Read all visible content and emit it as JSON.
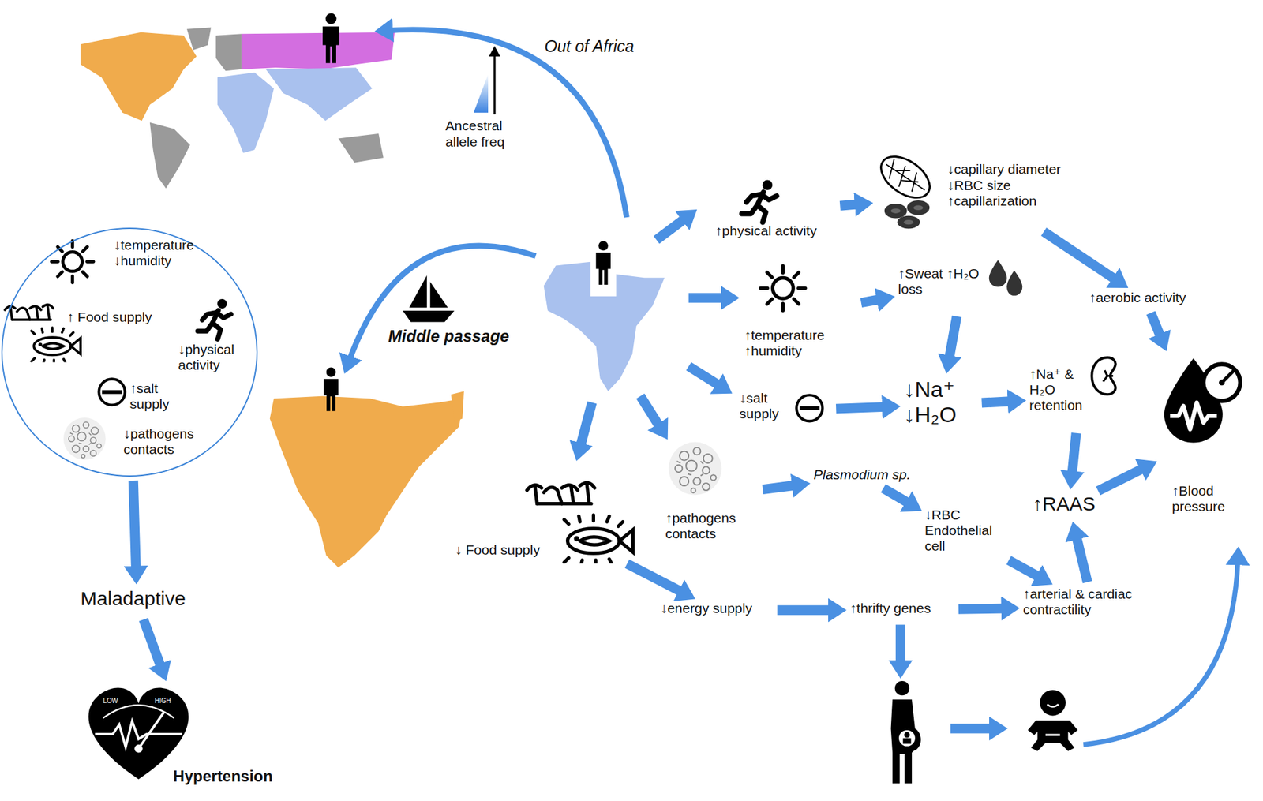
{
  "diagram": {
    "nodes": [
      {
        "text": [
          "↓temperature ↓humidity",
          "↑ Food supply",
          "↓physical activity",
          "↑salt supply",
          "↓pathogens contacts"
        ]
      },
      {
        "text": [
          "Maladaptive"
        ]
      },
      {
        "text": [
          "Hypertension"
        ]
      },
      {
        "text": [
          "↑physical activity"
        ]
      },
      {
        "text": [
          "↓capillary diameter ↓RBC size ↑capillarization"
        ]
      },
      {
        "text": [
          "↑aerobic activity"
        ]
      },
      {
        "text": [
          "↑temperature ↑humidity"
        ]
      },
      {
        "text": [
          "↑Sweat ↑H₂O loss"
        ]
      },
      {
        "text": [
          "↓salt supply"
        ]
      },
      {
        "text": [
          "↓Na⁺ ↓H₂O"
        ]
      },
      {
        "text": [
          "↑Na⁺ & H₂O retention"
        ]
      },
      {
        "text": [
          "↑RAAS"
        ]
      },
      {
        "text": [
          "↑Blood pressure"
        ]
      },
      {
        "text": [
          "↑pathogens contacts"
        ]
      },
      {
        "text": [
          "Plasmodium sp."
        ]
      },
      {
        "text": [
          "↓RBC Endothelial cell"
        ]
      },
      {
        "text": [
          "↓ Food supply"
        ]
      },
      {
        "text": [
          "↓energy supply"
        ]
      },
      {
        "text": [
          "↑thrifty genes"
        ]
      },
      {
        "text": [
          "↑arterial & cardiac contractility"
        ]
      }
    ],
    "edges": [
      {
        "from": 0,
        "to": 1,
        "arrow": "to"
      },
      {
        "from": 1,
        "to": 2,
        "arrow": "to"
      },
      {
        "from": 3,
        "to": 4,
        "arrow": "to"
      },
      {
        "from": 4,
        "to": 5,
        "arrow": "to"
      },
      {
        "from": 5,
        "to": 12,
        "arrow": "to"
      },
      {
        "from": 6,
        "to": 7,
        "arrow": "to"
      },
      {
        "from": 7,
        "to": 9,
        "arrow": "to"
      },
      {
        "from": 8,
        "to": 9,
        "arrow": "to"
      },
      {
        "from": 9,
        "to": 10,
        "arrow": "to"
      },
      {
        "from": 10,
        "to": 11,
        "arrow": "to"
      },
      {
        "from": 11,
        "to": 12,
        "arrow": "to"
      },
      {
        "from": 13,
        "to": 14,
        "arrow": "to"
      },
      {
        "from": 14,
        "to": 15,
        "arrow": "to"
      },
      {
        "from": 15,
        "to": 19,
        "arrow": "to"
      },
      {
        "from": 16,
        "to": 17,
        "arrow": "to"
      },
      {
        "from": 17,
        "to": 18,
        "arrow": "to"
      },
      {
        "from": 18,
        "to": 19,
        "arrow": "to"
      },
      {
        "from": 19,
        "to": 11,
        "arrow": "to"
      }
    ],
    "labels": [
      "Out of Africa",
      "Ancestral allele freq",
      "Middle passage",
      "LOW",
      "HIGH"
    ]
  }
}
